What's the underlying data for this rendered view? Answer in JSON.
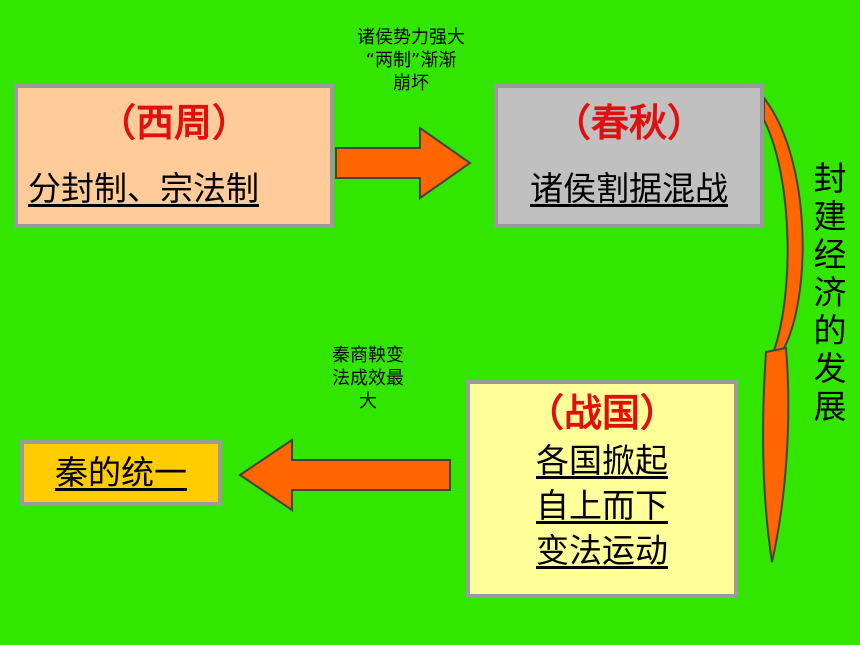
{
  "boxes": {
    "xizhou": {
      "period": "（西周）",
      "lines": [
        "分封制、宗法制"
      ]
    },
    "chunqiu": {
      "period": "（春秋）",
      "lines": [
        "诸侯割据混战"
      ]
    },
    "zhanguo": {
      "period": "（战国）",
      "lines": [
        "各国掀起",
        "自上而下",
        "变法运动"
      ]
    },
    "qin": {
      "lines": [
        "秦的统一"
      ]
    }
  },
  "annotations": {
    "top_arrow_note": [
      "诸侯势力强大",
      "“两制”渐渐",
      "崩坏"
    ],
    "left_arrow_note": [
      "秦商鞅变",
      "法成效最",
      "大"
    ],
    "vertical_label": "封建经济的发展"
  },
  "colors": {
    "background": "#33e600",
    "arrow": "#ff6600",
    "period_text": "#e01010",
    "xizhou_fill": "#ffcc99",
    "chunqiu_fill": "#c0c0c0",
    "zhanguo_fill": "#ffff99",
    "qin_fill": "#ffcc00"
  }
}
